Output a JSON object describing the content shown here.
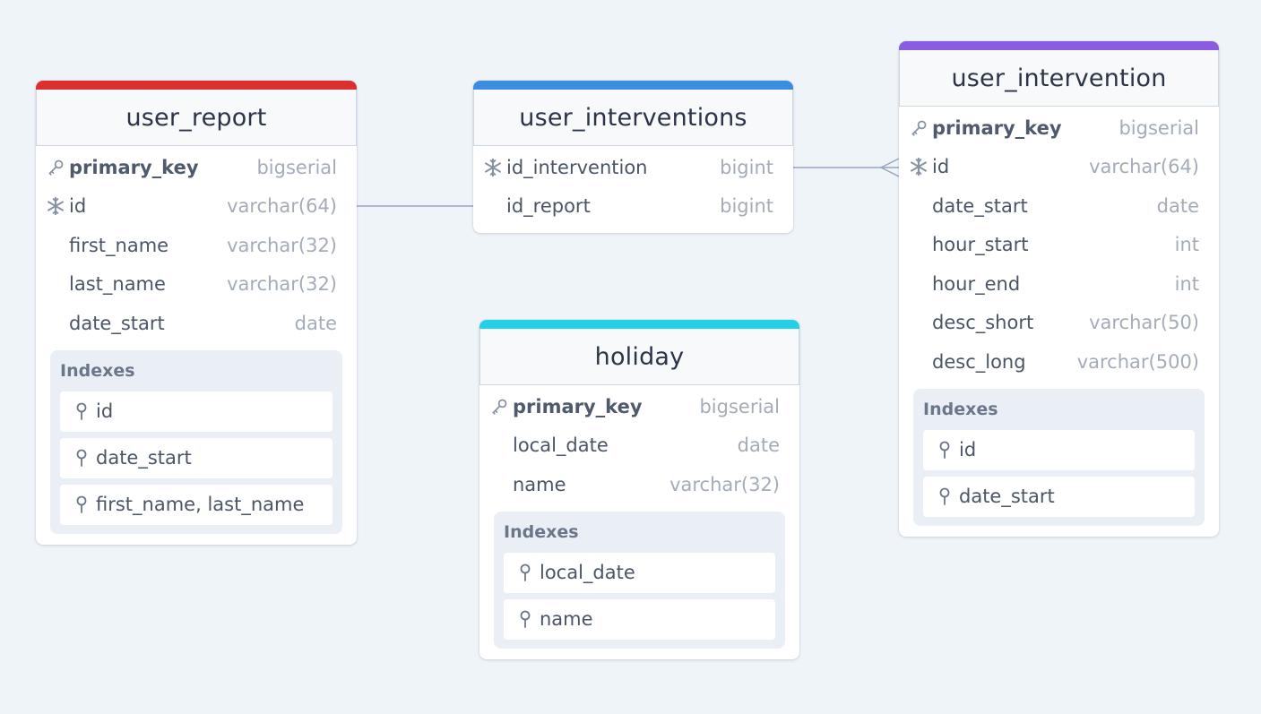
{
  "colors": {
    "background": "#eff4f8",
    "user_report_accent": "#dc3030",
    "user_interventions_accent": "#3a8de0",
    "user_intervention_accent": "#8a5ce0",
    "holiday_accent": "#22d0ea",
    "connector": "#97a6bf"
  },
  "tables": {
    "user_report": {
      "name": "user_report",
      "fields": [
        {
          "icon": "key-icon",
          "name": "primary_key",
          "type": "bigserial"
        },
        {
          "icon": "snowflake-icon",
          "name": "id",
          "type": "varchar(64)"
        },
        {
          "icon": "",
          "name": "first_name",
          "type": "varchar(32)"
        },
        {
          "icon": "",
          "name": "last_name",
          "type": "varchar(32)"
        },
        {
          "icon": "",
          "name": "date_start",
          "type": "date"
        }
      ],
      "indexes_title": "Indexes",
      "indexes": [
        "id",
        "date_start",
        "first_name, last_name"
      ]
    },
    "user_interventions": {
      "name": "user_interventions",
      "fields": [
        {
          "icon": "snowflake-icon",
          "name": "id_intervention",
          "type": "bigint"
        },
        {
          "icon": "",
          "name": "id_report",
          "type": "bigint"
        }
      ]
    },
    "user_intervention": {
      "name": "user_intervention",
      "fields": [
        {
          "icon": "key-icon",
          "name": "primary_key",
          "type": "bigserial"
        },
        {
          "icon": "snowflake-icon",
          "name": "id",
          "type": "varchar(64)"
        },
        {
          "icon": "",
          "name": "date_start",
          "type": "date"
        },
        {
          "icon": "",
          "name": "hour_start",
          "type": "int"
        },
        {
          "icon": "",
          "name": "hour_end",
          "type": "int"
        },
        {
          "icon": "",
          "name": "desc_short",
          "type": "varchar(50)"
        },
        {
          "icon": "",
          "name": "desc_long",
          "type": "varchar(500)"
        }
      ],
      "indexes_title": "Indexes",
      "indexes": [
        "id",
        "date_start"
      ]
    },
    "holiday": {
      "name": "holiday",
      "fields": [
        {
          "icon": "key-icon",
          "name": "primary_key",
          "type": "bigserial"
        },
        {
          "icon": "",
          "name": "local_date",
          "type": "date"
        },
        {
          "icon": "",
          "name": "name",
          "type": "varchar(32)"
        }
      ],
      "indexes_title": "Indexes",
      "indexes": [
        "local_date",
        "name"
      ]
    }
  },
  "relations": [
    {
      "from": "user_report.id",
      "to": "user_interventions.id_report",
      "cardinality": "one-to-one"
    },
    {
      "from": "user_interventions.id_intervention",
      "to": "user_intervention.id",
      "cardinality": "one-to-many"
    }
  ]
}
